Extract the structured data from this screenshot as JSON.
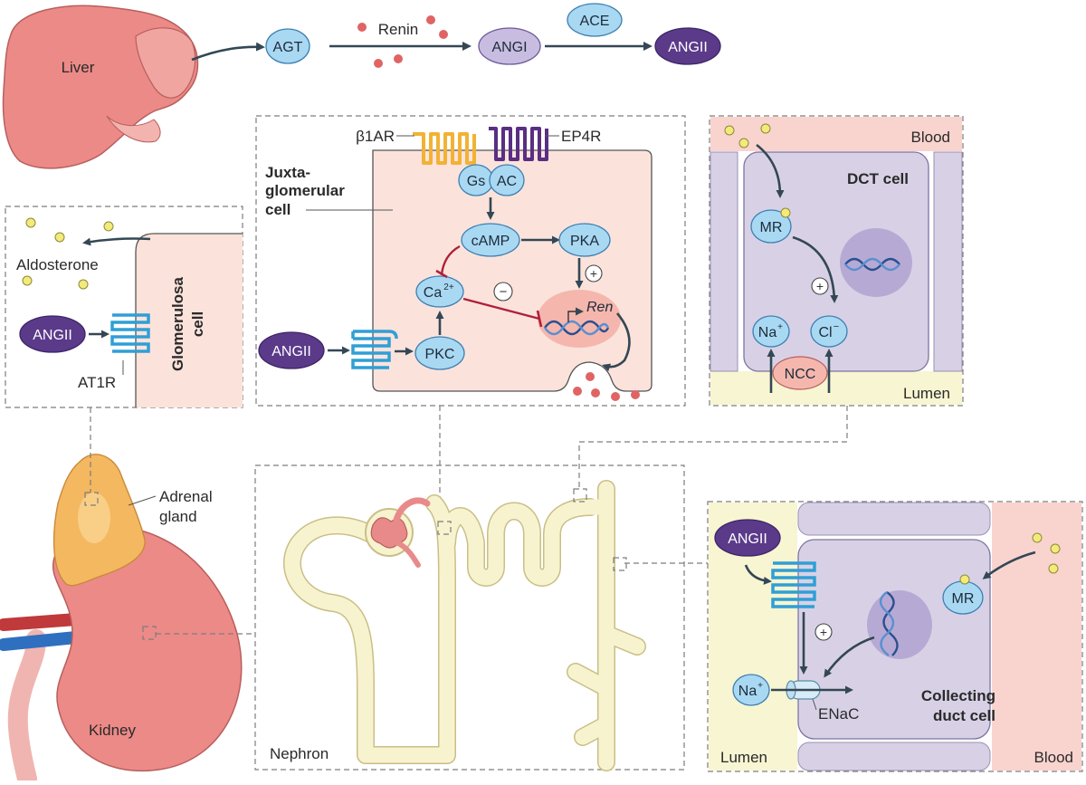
{
  "labels": {
    "liver": "Liver",
    "agt": "AGT",
    "renin": "Renin",
    "angi": "ANGI",
    "ace": "ACE",
    "angii": "ANGII",
    "b1ar": "β1AR",
    "ep4r": "EP4R",
    "gs": "Gs",
    "ac": "AC",
    "camp": "cAMP",
    "pka": "PKA",
    "ca": "Ca",
    "ca_sup": "2+",
    "pkc": "PKC",
    "ren": "Ren",
    "minus": "−",
    "plus": "+",
    "jg_line1": "Juxta-",
    "jg_line2": "glomerular",
    "jg_line3": "cell",
    "aldosterone": "Aldosterone",
    "at1r": "AT1R",
    "glom_line1": "Glomerulosa",
    "glom_line2": "cell",
    "blood": "Blood",
    "lumen": "Lumen",
    "dct_cell": "DCT cell",
    "mr": "MR",
    "na": "Na",
    "na_sup": "+",
    "cl": "Cl",
    "cl_sup": "−",
    "ncc": "NCC",
    "adrenal_line1": "Adrenal",
    "adrenal_line2": "gland",
    "kidney": "Kidney",
    "nephron": "Nephron",
    "enac": "ENaC",
    "cd_line1": "Collecting",
    "cd_line2": "duct cell"
  },
  "colors": {
    "liver": "#ec8a88",
    "kidney": "#ec8a88",
    "adrenal": "#f4b860",
    "jg_cell": "#fbe3dc",
    "dct_cell": "#d8d1e6",
    "blood_band": "#f9d4cf",
    "lumen_band": "#f8f5d2",
    "nephron": "#f8f3cf",
    "receptor_blue": "#2f9fd6",
    "b1ar_orange": "#f2b233",
    "ep4r_purple": "#5a2e82",
    "inhibit_red": "#b0203a"
  }
}
